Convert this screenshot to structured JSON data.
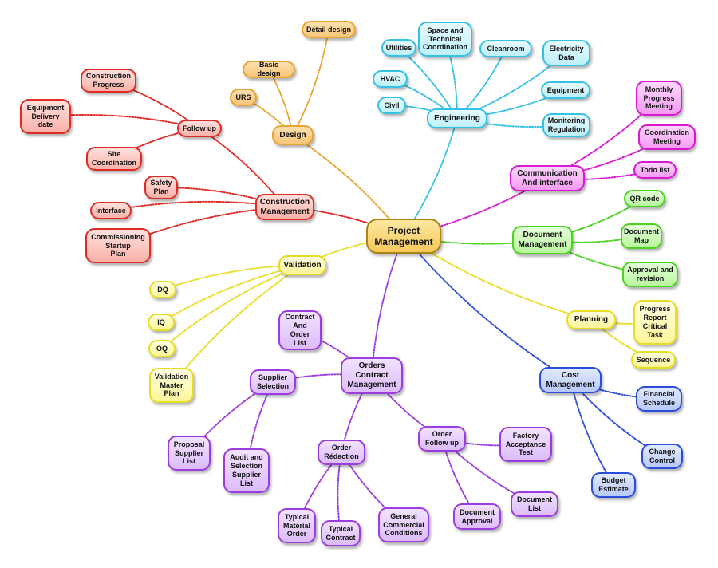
{
  "diagram": {
    "root": "Project\nManagement",
    "branches": {
      "design": {
        "label": "Design",
        "children": {
          "urs": "URS",
          "basic": "Basic design",
          "detail": "Détail design"
        }
      },
      "engineering": {
        "label": "Engineering",
        "children": {
          "utilities": "Utilities",
          "space": "Space and\nTechnical\nCoordination",
          "cleanroom": "Cleanroom",
          "electricity": "Electricity\nData",
          "hvac": "HVAC",
          "civil": "Civil",
          "equipment": "Equipment",
          "monitoring": "Monitoring\nRegulation"
        }
      },
      "construction": {
        "label": "Construction\nManagement",
        "children": {
          "followup": "Follow up",
          "constprogress": "Construction\nProgress",
          "equipdelivery": "Equipment\nDelivery\ndate",
          "sitecoord": "Site\nCoordination",
          "safety": "Safety\nPlan",
          "interface": "Interface",
          "commissioning": "Commissioning\nStartup\nPlan"
        }
      },
      "validation": {
        "label": "Validation",
        "children": {
          "dq": "DQ",
          "iq": "IQ",
          "oq": "OQ",
          "vmp": "Validation\nMaster\nPlan"
        }
      },
      "communication": {
        "label": "Communication\nAnd interface",
        "children": {
          "monthly": "Monthly\nProgress\nMeeting",
          "coordmeeting": "Coordination\nMeeting",
          "todo": "Todo list"
        }
      },
      "document": {
        "label": "Document\nManagement",
        "children": {
          "qr": "QR code",
          "docmap": "Document\nMap",
          "approval": "Approval and\nrevision"
        }
      },
      "planning": {
        "label": "Planning",
        "children": {
          "progress": "Progress\nReport\nCritical\nTask",
          "sequence": "Sequence"
        }
      },
      "cost": {
        "label": "Cost\nManagement",
        "children": {
          "financial": "Financial\nSchedule",
          "change": "Change\nControl",
          "budget": "Budget\nEstimate"
        }
      },
      "orders": {
        "label": "Orders\nContract\nManagement",
        "children": {
          "contractlist": "Contract\nAnd\nOrder\nList",
          "supplier": "Supplier\nSelection",
          "proposal": "Proposal\nSupplier\nList",
          "audit": "Audit and\nSelection\nSupplier\nList",
          "redaction": "Order\nRédaction",
          "typmaterial": "Typical\nMaterial\nOrder",
          "typcontract": "Typical\nContract",
          "general": "General\nCommercial\nConditions",
          "orderfollow": "Order\nFollow  up",
          "fat": "Factory\nAcceptance\nTest",
          "docapproval": "Document\nApproval",
          "doclist": "Document\nList"
        }
      }
    }
  },
  "colors": {
    "root": "#f6c85a",
    "yellow": "#e6dd24",
    "orange": "#e8a431",
    "red": "#e02a24",
    "cyan": "#34c1e6",
    "magenta": "#d51ad0",
    "green": "#4bd31f",
    "blue": "#2a4cd8",
    "purple": "#9b3ce0"
  }
}
